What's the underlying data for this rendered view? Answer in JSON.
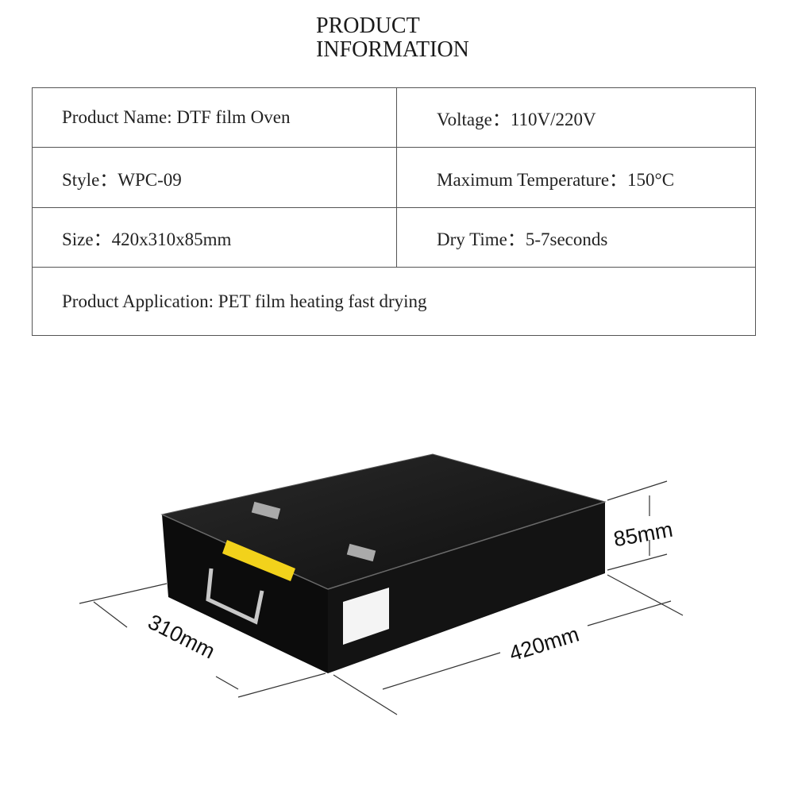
{
  "header": {
    "line1": "PRODUCT",
    "line2": "INFORMATION"
  },
  "specs": {
    "product_name": "Product Name: DTF film Oven",
    "voltage": "Voltage：110V/220V",
    "style": "Style：WPC-09",
    "max_temperature": "Maximum Temperature：150°C",
    "size": "Size：420x310x85mm",
    "dry_time": "Dry Time：5-7seconds",
    "application": "Product Application:  PET film heating fast drying"
  },
  "dimensions": {
    "width": "310mm",
    "length": "420mm",
    "height": "85mm"
  },
  "colors": {
    "box": "#141414",
    "label": "#f2d21b"
  }
}
